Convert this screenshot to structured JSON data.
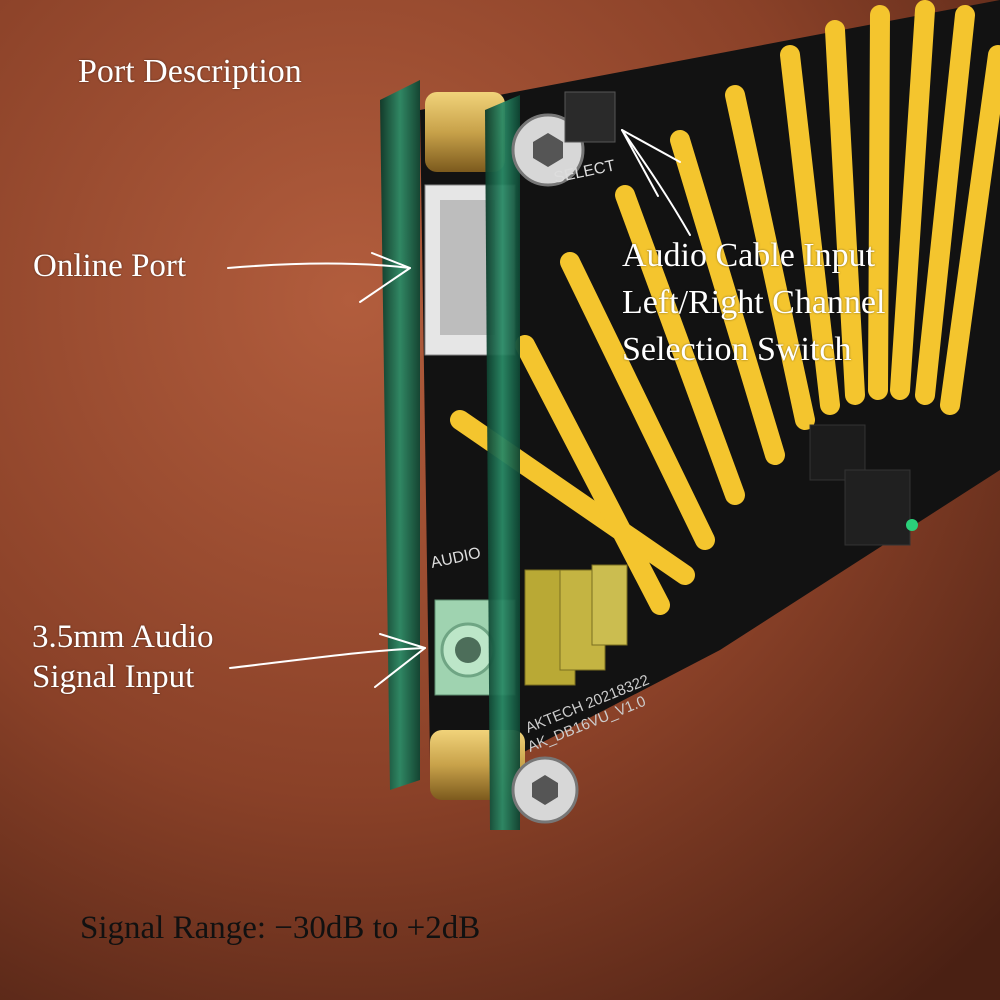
{
  "labels": {
    "title": "Port Description",
    "online_port": "Online Port",
    "audio_jack_line1": "3.5mm Audio",
    "audio_jack_line2": "Signal Input",
    "switch_line1": "Audio Cable Input",
    "switch_line2": "Left/Right Channel",
    "switch_line3": "Selection Switch",
    "signal_range": "Signal Range: −30dB to +2dB"
  },
  "pcb_silkscreen": {
    "select": "SELECT",
    "audio": "AUDIO",
    "maker": "AKTECH 20218322",
    "model": "AK_DB16VU_V1.0"
  },
  "colors": {
    "leather": "#7a3a24",
    "pcb": "#121212",
    "acrylic_edge": "#1f6b4f",
    "led_bar": "#f4c52e",
    "jack": "#9fd3b0",
    "brass": "#c8a24a"
  }
}
